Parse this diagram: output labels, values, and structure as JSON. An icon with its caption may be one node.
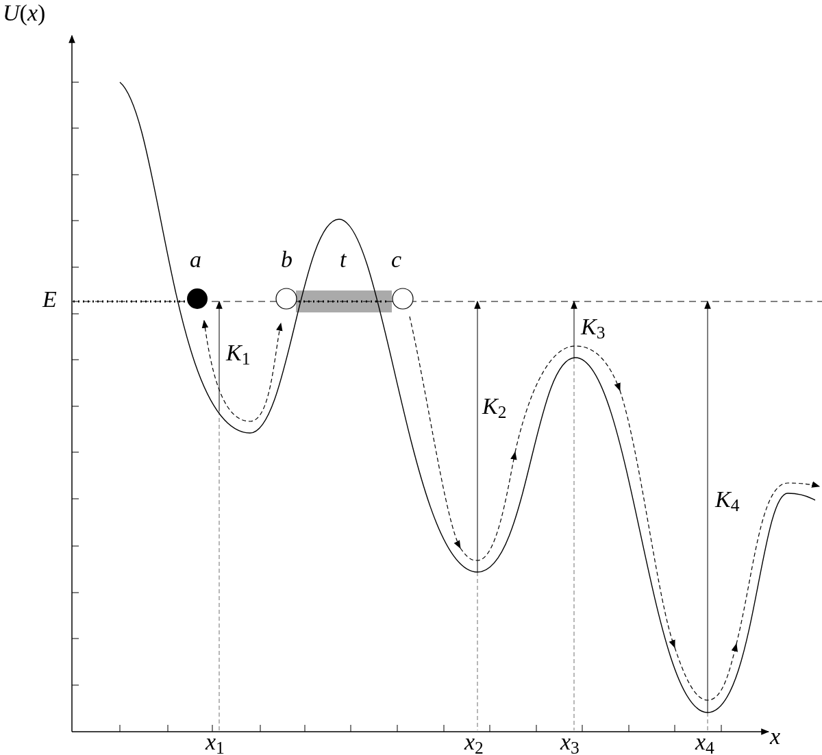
{
  "diagram": {
    "labels": [
      "*U*(*x*)",
      "E",
      "a",
      "b",
      "t",
      "c",
      "*K*$_{1}$",
      "*K*$_{2}$",
      "*K*$_{3}$",
      "*K*$_{4}$",
      "*x*$_{1}$",
      "*x*$_{2}$",
      "*x*$_{3}$",
      "*x*$_{4}$",
      "x"
    ]
  }
}
